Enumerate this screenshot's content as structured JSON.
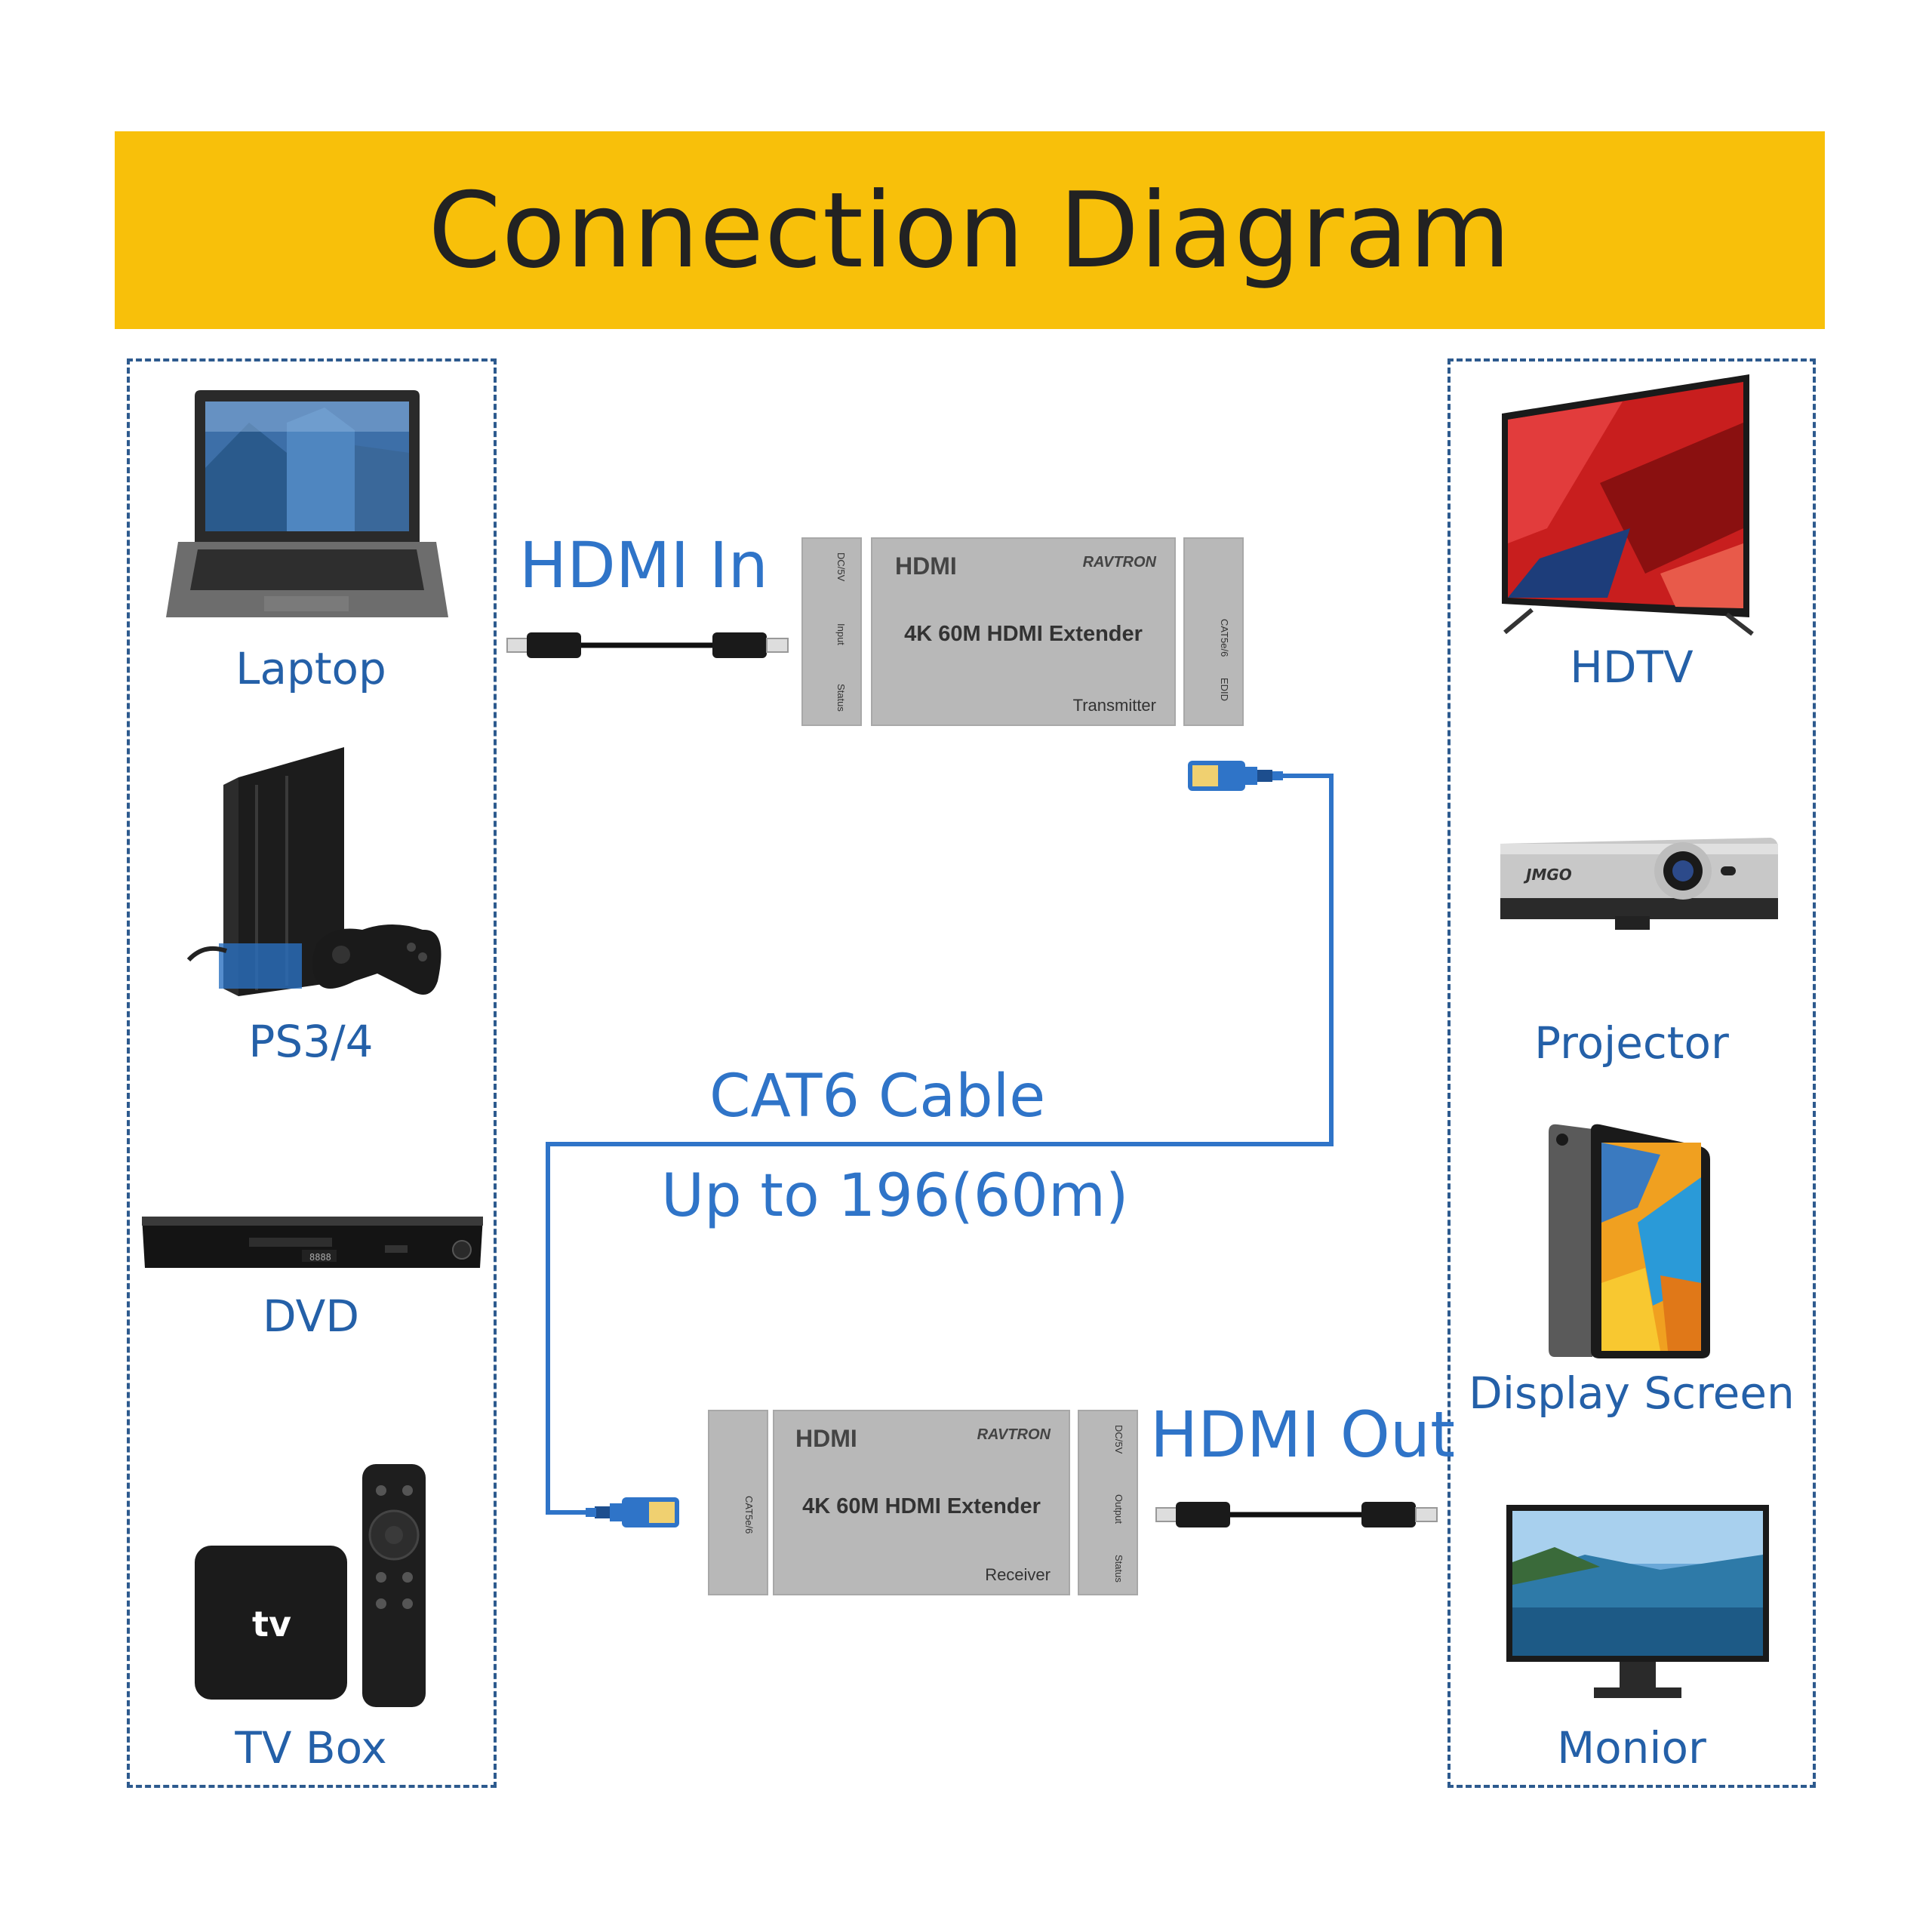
{
  "title": "Connection Diagram",
  "labels": {
    "hdmi_in": "HDMI In",
    "hdmi_out": "HDMI Out",
    "cat6": "CAT6 Cable",
    "distance": "Up to 196(60m)"
  },
  "sources": [
    {
      "label": "Laptop",
      "icon": "laptop-icon"
    },
    {
      "label": "PS3/4",
      "icon": "game-console-icon"
    },
    {
      "label": "DVD",
      "icon": "dvd-player-icon"
    },
    {
      "label": "TV Box",
      "icon": "tv-box-icon"
    }
  ],
  "displays": [
    {
      "label": "HDTV",
      "icon": "hdtv-icon"
    },
    {
      "label": "Projector",
      "icon": "projector-icon"
    },
    {
      "label": "Display Screen",
      "icon": "tablet-icon"
    },
    {
      "label": "Monior",
      "icon": "monitor-icon"
    }
  ],
  "transmitter": {
    "logo": "HDMI",
    "brand": "RAVTRON",
    "model": "4K 60M HDMI Extender",
    "role": "Transmitter",
    "ports_left": [
      "DC/5V",
      "Input",
      "Status"
    ],
    "ports_right": [
      "CAT5e/6",
      "EDID"
    ]
  },
  "receiver": {
    "logo": "HDMI",
    "brand": "RAVTRON",
    "model": "4K 60M HDMI Extender",
    "role": "Receiver",
    "ports_left": [
      "CAT5e/6"
    ],
    "ports_right": [
      "DC/5V",
      "Output",
      "Status"
    ]
  },
  "colors": {
    "banner": "#f8c00a",
    "cable": "#2f74c8",
    "panel_border": "#2d5a8e",
    "device_gray": "#b8b8b8"
  }
}
